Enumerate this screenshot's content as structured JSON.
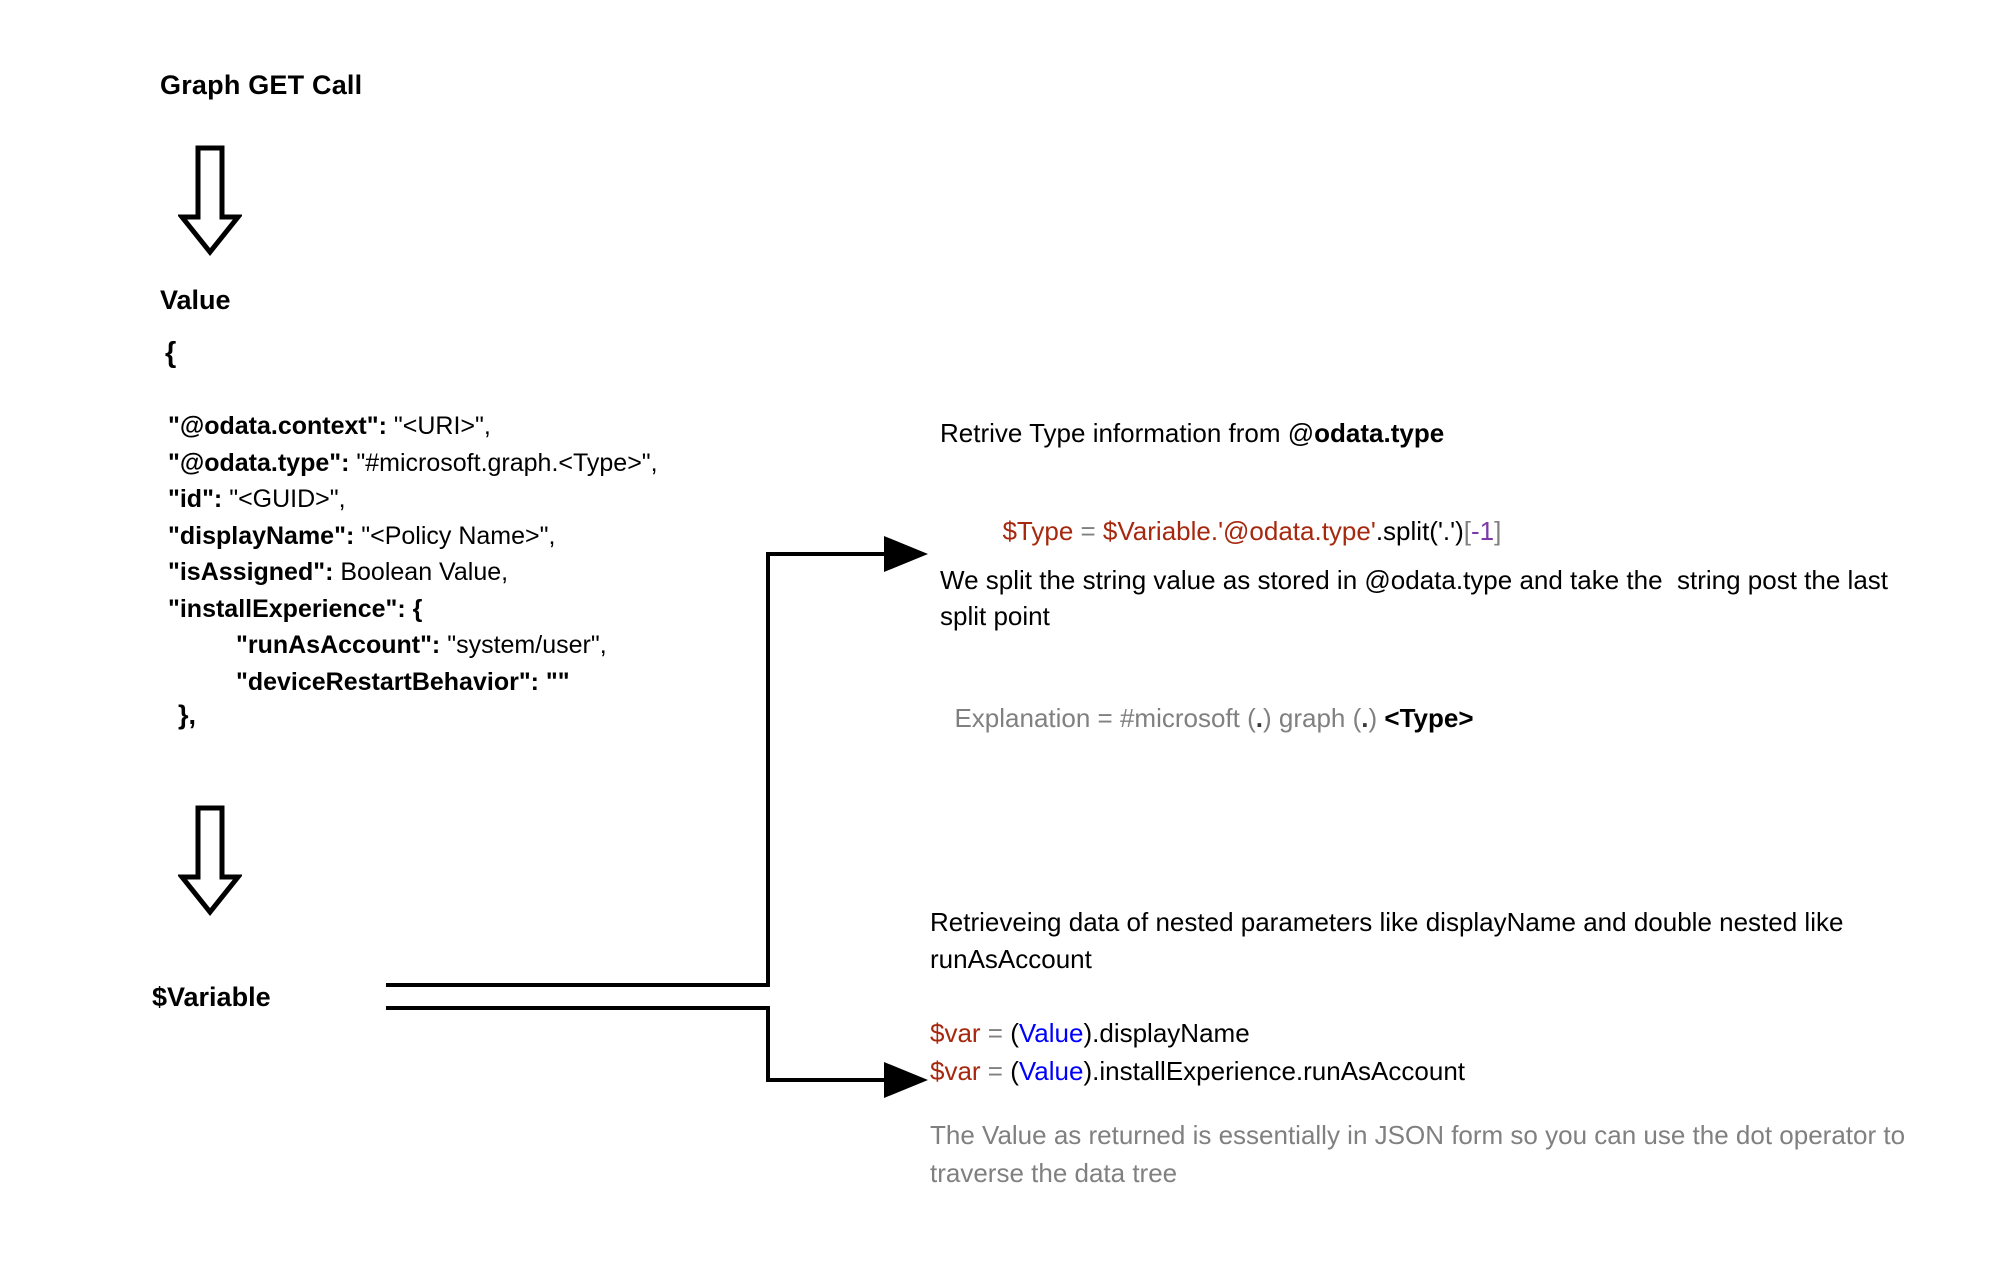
{
  "diagram": {
    "title": "Graph GET Call",
    "left": {
      "value_label": "Value",
      "brace_open": "{",
      "brace_close": "},",
      "variable_label": "$Variable",
      "json_lines": [
        {
          "key": "\"@odata.context\":",
          "value": " \"<URI>\",",
          "indent": 0
        },
        {
          "key": "\"@odata.type\":",
          "value": " \"#microsoft.graph.<Type>\",",
          "indent": 0
        },
        {
          "key": "\"id\":",
          "value": " \"<GUID>\",",
          "indent": 0
        },
        {
          "key": "\"displayName\":",
          "value": " \"<Policy Name>\",",
          "indent": 0
        },
        {
          "key": "\"isAssigned\":",
          "value": " Boolean Value,",
          "indent": 0
        },
        {
          "key": "\"installExperience\": {",
          "value": "",
          "indent": 0
        },
        {
          "key": "\"runAsAccount\":",
          "value": " \"system/user\",",
          "indent": 1
        },
        {
          "key": "\"deviceRestartBehavior\": \"\"",
          "value": "",
          "indent": 1
        }
      ]
    },
    "right": {
      "retrive_heading_plain": "Retrive Type information from @",
      "retrive_heading_bold": "odata.type",
      "type_code": {
        "lhs": "$Type",
        "eq": " = ",
        "rhs_red": "$Variable.'@odata.type'",
        "split": ".split('.')",
        "bracket_open": "[",
        "index": "-1",
        "bracket_close": "]"
      },
      "split_explanation": "We split the string value as stored in @odata.type and take the  string post the last split point",
      "explanation_line": {
        "prefix": "Explanation = #microsoft (",
        "dot1": ".",
        "mid": ") graph (",
        "dot2": ".",
        "suffix": ") ",
        "type": "<Type>"
      },
      "nested_heading": "Retrieveing data of nested parameters like displayName and double nested like runAsAccount",
      "var_lines": [
        {
          "lhs": "$var",
          "eq": " = ",
          "paren_open": "(",
          "value": "Value",
          "paren_close": ")",
          "path": ".displayName"
        },
        {
          "lhs": "$var",
          "eq": " = ",
          "paren_open": "(",
          "value": "Value",
          "paren_close": ")",
          "path": ".installExperience.runAsAccount"
        }
      ],
      "json_note": "The Value as returned is essentially in JSON form so you can use the dot operator to traverse the data tree"
    },
    "colors": {
      "variable_red": "#a6290f",
      "value_blue": "#0000ff",
      "index_purple": "#7c3aa8",
      "muted_gray": "#808080",
      "stroke_black": "#000000"
    }
  }
}
